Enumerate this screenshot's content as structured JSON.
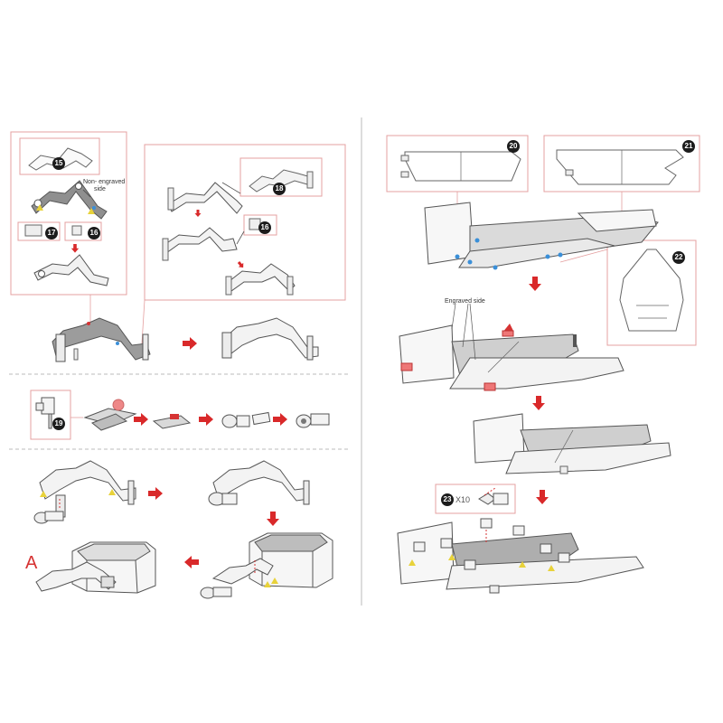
{
  "badges": {
    "p15": "15",
    "p16a": "16",
    "p17": "17",
    "p18": "18",
    "p16b": "16",
    "p19": "19",
    "p20": "20",
    "p21": "21",
    "p22": "22",
    "p23": "23"
  },
  "labels": {
    "non_engraved_line1": "Non- engraved",
    "non_engraved_line2": "side",
    "engraved_side": "Engraved side",
    "quantity_x10": "X10",
    "section_letter": "A"
  },
  "colors": {
    "line": "#555555",
    "part_fill": "#e6e6e6",
    "dark_fill": "#9a9a9a",
    "frame": "#e4a0a0",
    "arrow": "#d9292a",
    "dash": "#bbbbbb",
    "badge": "#1c1c1c",
    "accent_blue": "#3a8fd8",
    "accent_yellow": "#e8d23a",
    "accent_red": "#d63333"
  }
}
